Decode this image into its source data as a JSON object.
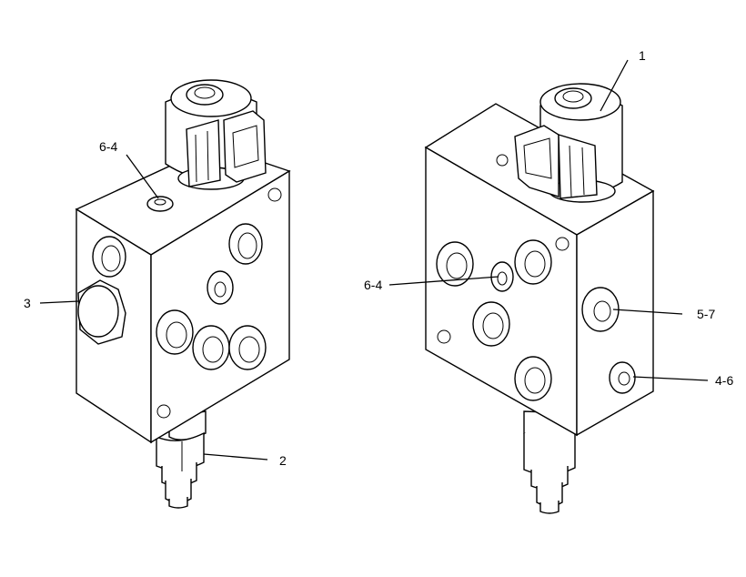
{
  "callouts": {
    "left_top_port": "6-4",
    "left_plug": "3",
    "left_cartridge": "2",
    "right_solenoid": "1",
    "right_front_port": "6-4",
    "right_side_port_upper": "5-7",
    "right_side_port_lower": "4-6"
  }
}
